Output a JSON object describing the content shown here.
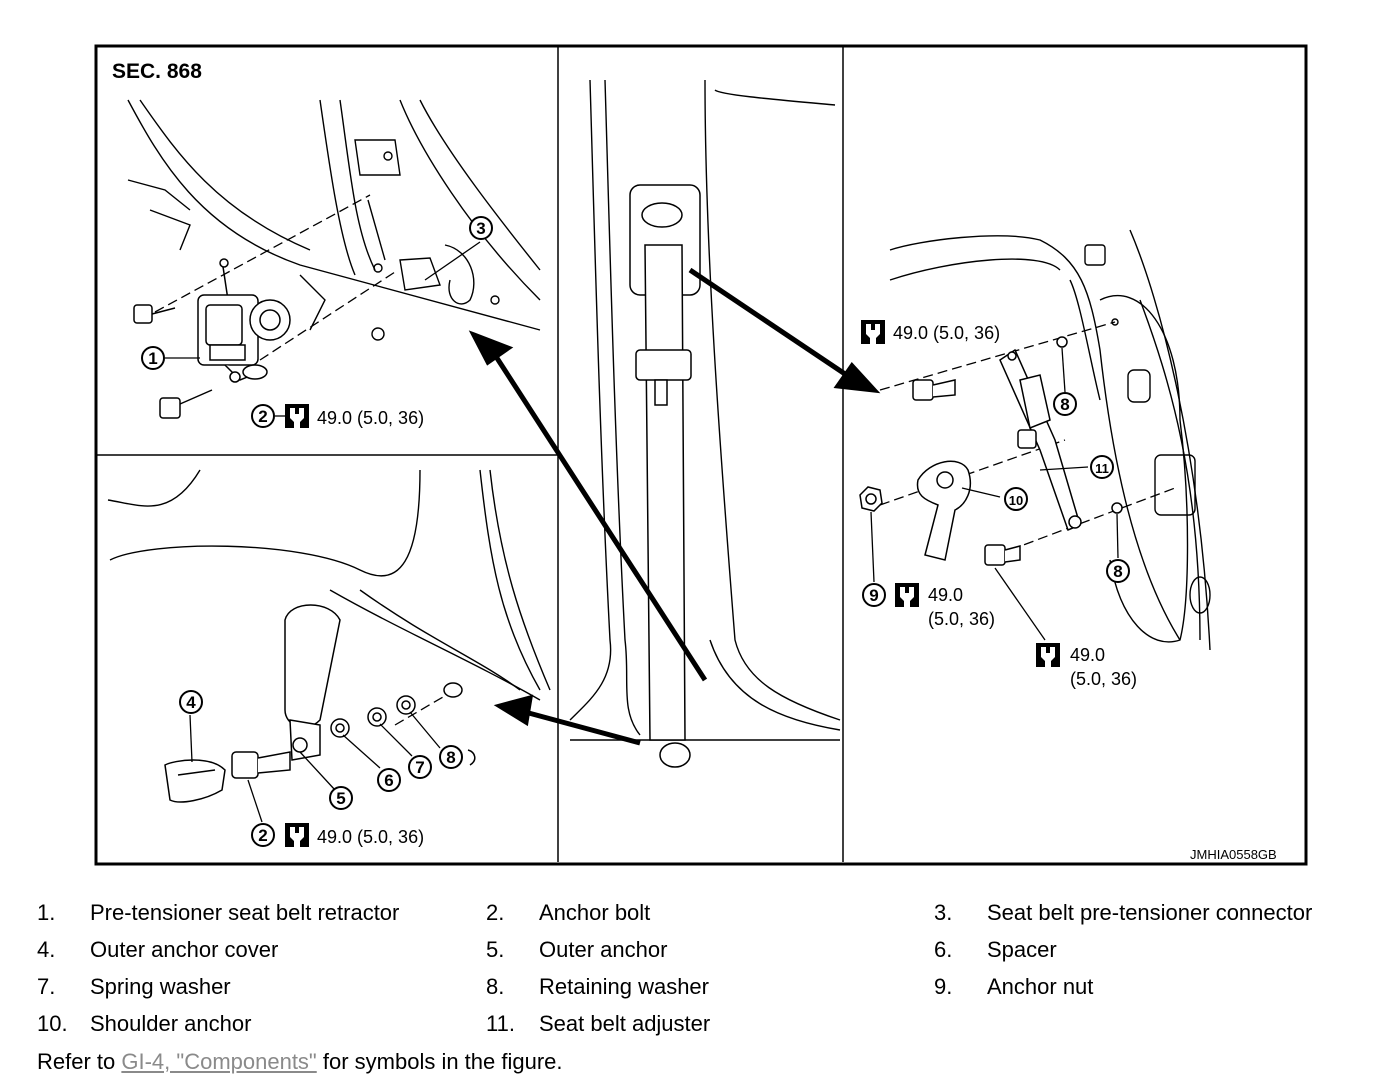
{
  "figure": {
    "section": "SEC. 868",
    "code": "JMHIA0558GB",
    "callouts": [
      "1",
      "2",
      "3",
      "4",
      "5",
      "6",
      "7",
      "8",
      "9",
      "10",
      "11"
    ],
    "torque": "49.0 (5.0, 36)",
    "torque_value": "49.0",
    "torque_units": "(5.0, 36)",
    "colors": {
      "line": "#000000",
      "background": "#ffffff"
    }
  },
  "legend": [
    {
      "num": "1.",
      "label": "Pre-tensioner seat belt retractor"
    },
    {
      "num": "2.",
      "label": "Anchor bolt"
    },
    {
      "num": "3.",
      "label": "Seat belt pre-tensioner connector"
    },
    {
      "num": "4.",
      "label": "Outer anchor cover"
    },
    {
      "num": "5.",
      "label": "Outer anchor"
    },
    {
      "num": "6.",
      "label": "Spacer"
    },
    {
      "num": "7.",
      "label": "Spring washer"
    },
    {
      "num": "8.",
      "label": "Retaining washer"
    },
    {
      "num": "9.",
      "label": "Anchor nut"
    },
    {
      "num": "10.",
      "label": "Shoulder anchor"
    },
    {
      "num": "11.",
      "label": "Seat belt adjuster"
    }
  ],
  "refer": {
    "prefix": "Refer to ",
    "link": "GI-4, \"Components\"",
    "suffix": " for symbols in the figure."
  }
}
